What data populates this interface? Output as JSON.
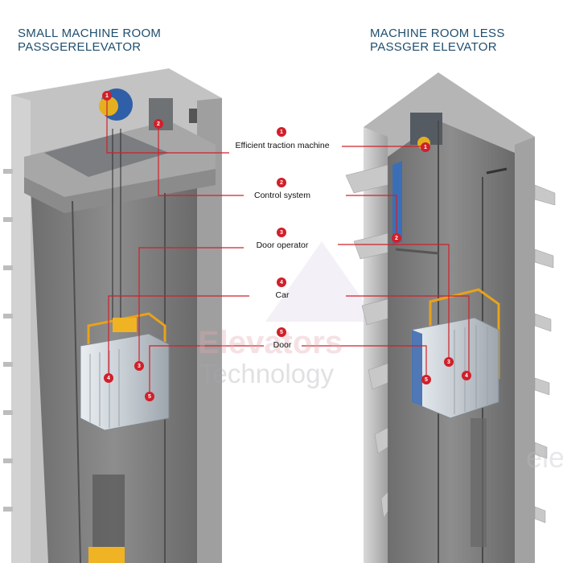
{
  "titles": {
    "left_line1": "SMALL MACHINE ROOM",
    "left_line2": "PASSGERELEVATOR",
    "right_line1": "MACHINE ROOM LESS",
    "right_line2": "PASSGER ELEVATOR"
  },
  "components": [
    {
      "num": "1",
      "label": "Efficient traction machine"
    },
    {
      "num": "2",
      "label": "Control system"
    },
    {
      "num": "3",
      "label": "Door operator"
    },
    {
      "num": "4",
      "label": "Car"
    },
    {
      "num": "5",
      "label": "Door"
    }
  ],
  "watermark": {
    "brand": "Elevators",
    "sub": "Technology",
    "edge": "ele"
  },
  "colors": {
    "title": "#1f4e6e",
    "leader": "#d0202a",
    "shaft_front": "#b9b9b9",
    "shaft_side": "#9a9a9a",
    "frame": "#e8a21c"
  }
}
